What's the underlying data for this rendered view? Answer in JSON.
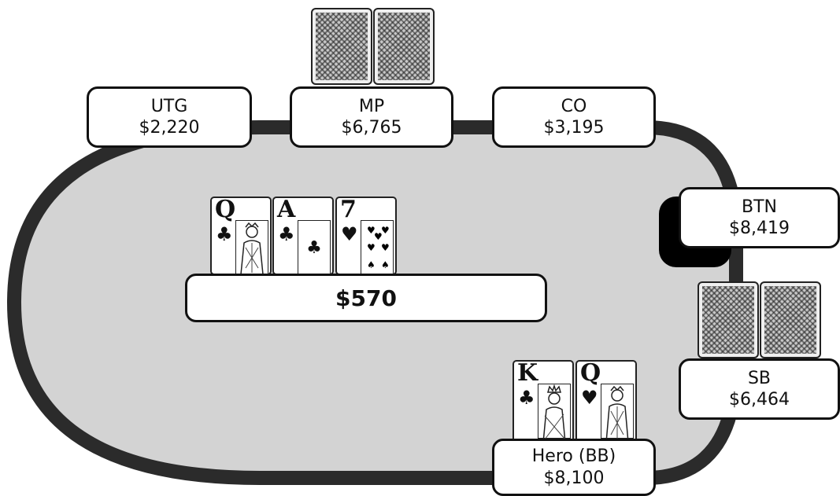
{
  "seats": [
    {
      "id": "utg",
      "name": "UTG",
      "stack": "$2,220"
    },
    {
      "id": "mp",
      "name": "MP",
      "stack": "$6,765"
    },
    {
      "id": "co",
      "name": "CO",
      "stack": "$3,195"
    },
    {
      "id": "btn",
      "name": "BTN",
      "stack": "$8,419"
    },
    {
      "id": "sb",
      "name": "SB",
      "stack": "$6,464"
    },
    {
      "id": "hero",
      "name": "Hero (BB)",
      "stack": "$8,100"
    }
  ],
  "board": [
    {
      "rank": "Q",
      "suit": "♣",
      "suit_name": "clubs-icon"
    },
    {
      "rank": "A",
      "suit": "♣",
      "suit_name": "clubs-icon"
    },
    {
      "rank": "7",
      "suit": "♥",
      "suit_name": "hearts-icon"
    }
  ],
  "hero_cards": [
    {
      "rank": "K",
      "suit": "♣",
      "suit_name": "clubs-icon"
    },
    {
      "rank": "Q",
      "suit": "♥",
      "suit_name": "hearts-icon"
    }
  ],
  "pot": {
    "amount": "$570"
  },
  "colors": {
    "felt": "#d3d3d3",
    "rail": "#2b2b2b",
    "dealer_button": "#000000"
  }
}
